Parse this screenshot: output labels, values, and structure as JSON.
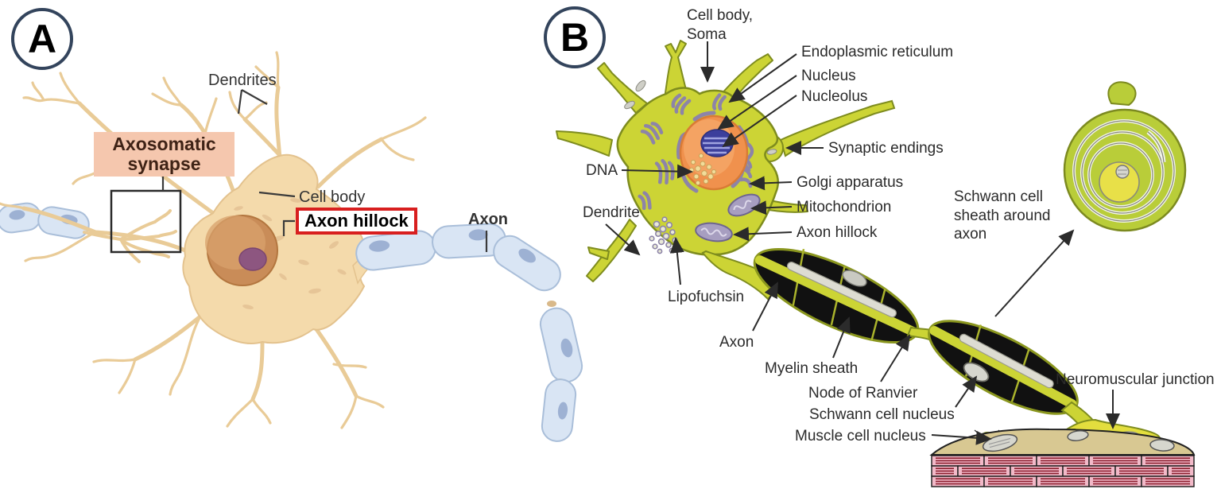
{
  "figure": {
    "panel_a": {
      "letter": "A",
      "labels": {
        "dendrites": "Dendrites",
        "axosomatic_synapse": "Axosomatic\nsynapse",
        "cell_body": "Cell body",
        "axon_hillock": "Axon hillock",
        "axon": "Axon"
      }
    },
    "panel_b": {
      "letter": "B",
      "labels": {
        "cell_body_soma": "Cell body,\nSoma",
        "endoplasmic_reticulum": "Endoplasmic reticulum",
        "nucleus": "Nucleus",
        "nucleolus": "Nucleolus",
        "synaptic_endings": "Synaptic endings",
        "dna": "DNA",
        "golgi_apparatus": "Golgi apparatus",
        "mitochondrion": "Mitochondrion",
        "axon_hillock": "Axon hillock",
        "dendrite": "Dendrite",
        "lipofuchsin": "Lipofuchsin",
        "axon": "Axon",
        "myelin_sheath": "Myelin sheath",
        "node_of_ranvier": "Node of Ranvier",
        "schwann_cell_nucleus": "Schwann cell nucleus",
        "muscle_cell_nucleus": "Muscle cell nucleus",
        "schwann_cell_sheath": "Schwann cell\nsheath around\naxon",
        "neuromuscular_junction": "Neuromuscular junction"
      }
    },
    "colors": {
      "neuron_a_body": "#f4daab",
      "myelin_a": "#d9e5f4",
      "neuron_b_body": "#ccd435",
      "nucleus_b": "#f0914d",
      "nucleolus_b": "#3c3f9c",
      "organelle_b": "#8d84a8",
      "myelin_b": "#111111",
      "muscle_pink": "#f2b9c8",
      "muscle_stria": "#8c2030",
      "highlight_box_border": "#d81f1f",
      "axosomatic_bg": "#f5c7ae"
    }
  }
}
